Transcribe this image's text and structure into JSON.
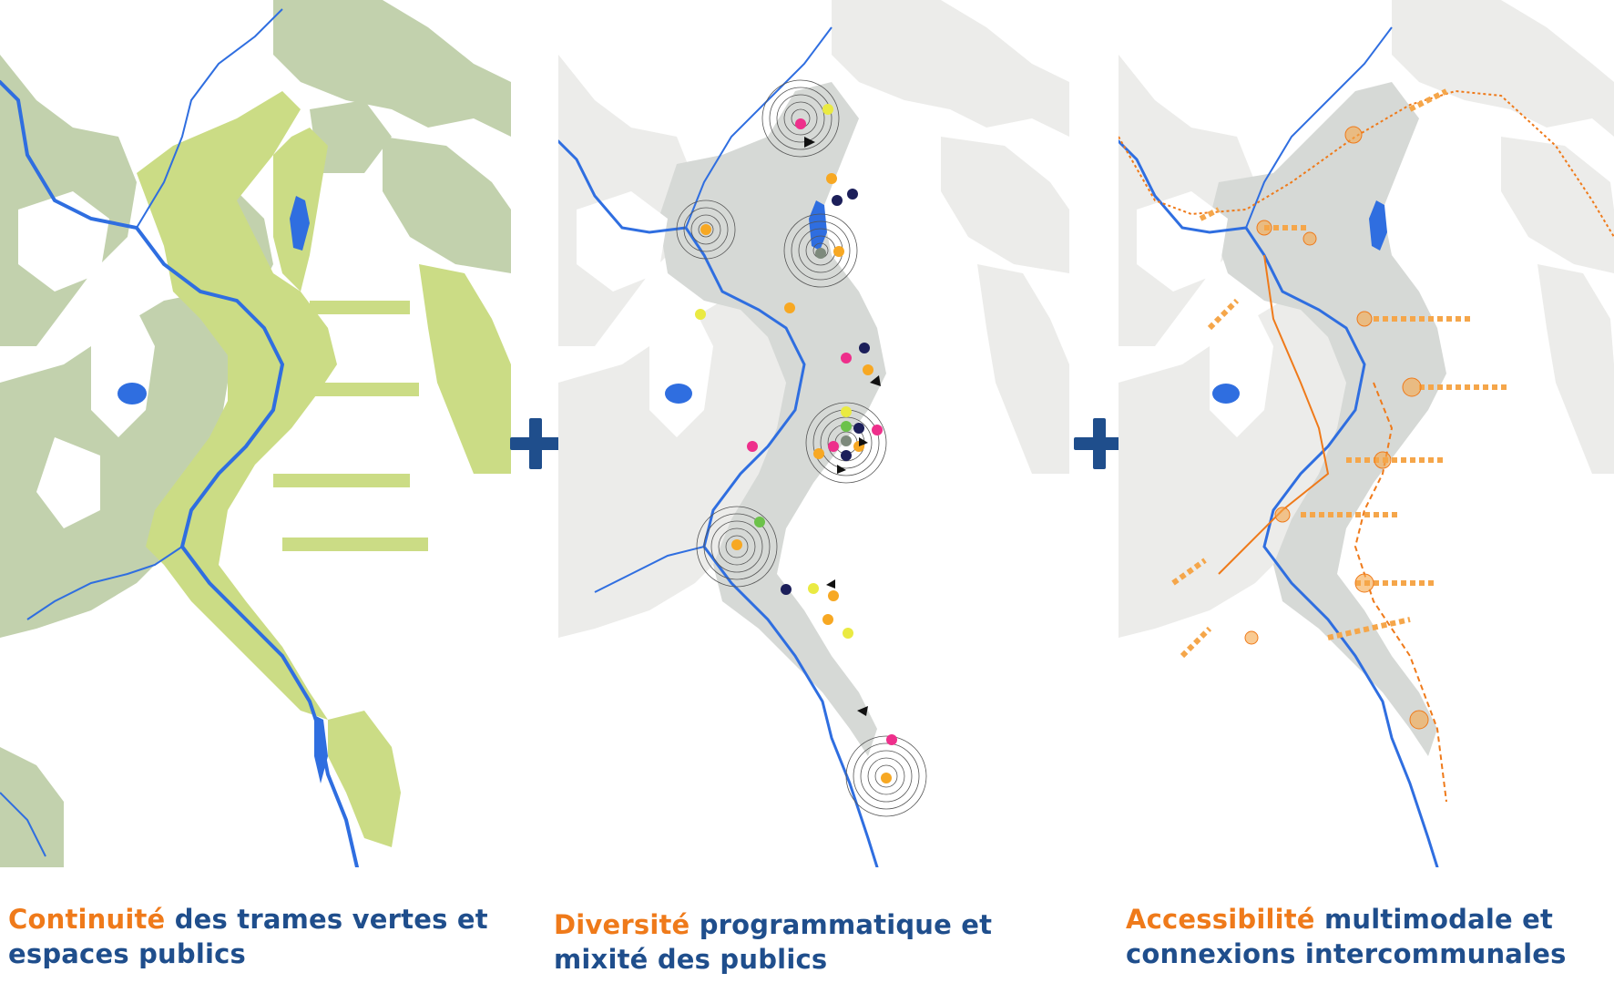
{
  "colors": {
    "water": "#2f6ee0",
    "green_dark": "#c2d1ad",
    "green_light": "#cbdc85",
    "grey_bg": "#ececea",
    "grey_zone": "#d6d9d6",
    "orange": "#ef7a1a",
    "orange_light": "#f5a64a",
    "blue_text": "#1f4e8c",
    "plus": "#1f4e8c",
    "dot_orange": "#f7a823",
    "dot_pink": "#ee2f8b",
    "dot_yellow": "#eaea42",
    "dot_navy": "#1c1f5a",
    "dot_green": "#6cc24a",
    "dot_grey": "#7d8a7c"
  },
  "panels": [
    {
      "name": "continuite",
      "keyword": "Continuité",
      "caption_line1": " des trames vertes et",
      "caption_line2": "espaces publics"
    },
    {
      "name": "diversite",
      "keyword": "Diversité",
      "caption_line1": " programmatique et",
      "caption_line2": "mixité des publics"
    },
    {
      "name": "accessibilite",
      "keyword": "Accessibilité",
      "caption_line1": " multimodale et",
      "caption_line2": "connexions intercommunales"
    }
  ],
  "separators": [
    "plus-icon",
    "plus-icon"
  ]
}
